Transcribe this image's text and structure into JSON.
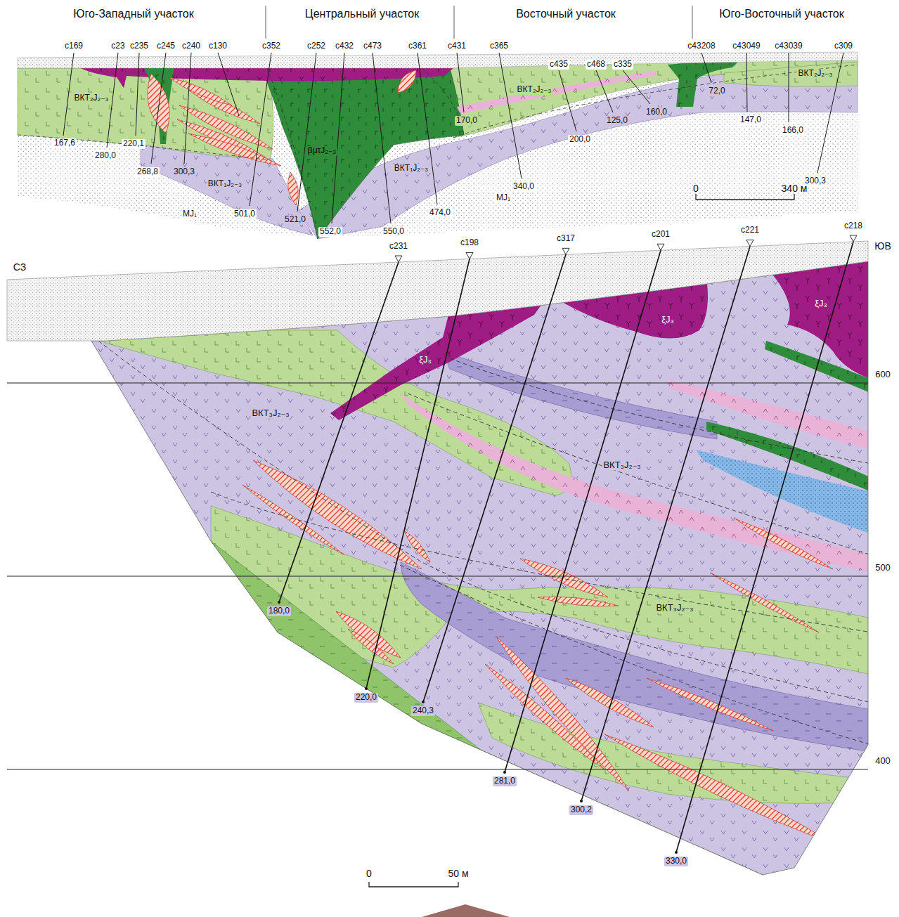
{
  "diagram": {
    "labels": [
      "Юго-Западный участок",
      "Центральный участок",
      "Восточный участок",
      "Юго-Восточный участок",
      "с169",
      "с23",
      "с235",
      "с245",
      "с240",
      "с130",
      "с352",
      "с252",
      "с432",
      "с473",
      "с361",
      "с431",
      "с365",
      "с435",
      "с468",
      "с335",
      "с43208",
      "с43049",
      "с43039",
      "с309",
      "167,6",
      "220,1",
      "280,0",
      "268,8",
      "300,3",
      "501,0",
      "521,0",
      "552,0",
      "550,0",
      "474,0",
      "170,0",
      "340,0",
      "200,0",
      "125,0",
      "160,0",
      "72,0",
      "147,0",
      "166,0",
      "300,3",
      "ВКТ₂J₂₋₃",
      "ВКТ₁J₂₋₃",
      "MJ₁",
      "βμτJ₂₋₃",
      "ВКТ₁J₂₋₃",
      "MJ₁",
      "ВКТ₂J₂₋₃",
      "ВКТ₂J₂₋₃",
      "0",
      "340 м",
      "СЗ",
      "ЮВ",
      "с231",
      "с198",
      "с317",
      "с201",
      "с221",
      "с218",
      "180,0",
      "220,0",
      "240,3",
      "281,0",
      "300,2",
      "330,0",
      "600",
      "500",
      "400",
      "ξJ₃",
      "ξJ₃",
      "ξJ₃",
      "ВКТ₃J₂₋₃",
      "ВКТ₃J₂₋₃",
      "ВКТ₃J₂₋₃",
      "0",
      "50 м"
    ]
  }
}
